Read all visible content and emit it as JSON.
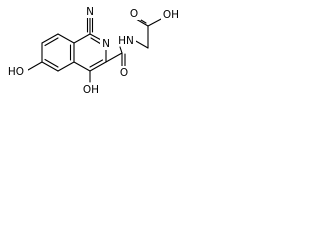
{
  "molecule": {
    "labels": {
      "nitrile_n": "N",
      "ring_n": "N",
      "amide_nh": "HN",
      "amide_o": "O",
      "acid_o": "O",
      "acid_oh": "OH",
      "phenol_oh_7": "HO",
      "phenol_oh_4": "OH"
    },
    "colors": {
      "bond": "#000000",
      "text": "#000000",
      "background": "#ffffff"
    }
  }
}
